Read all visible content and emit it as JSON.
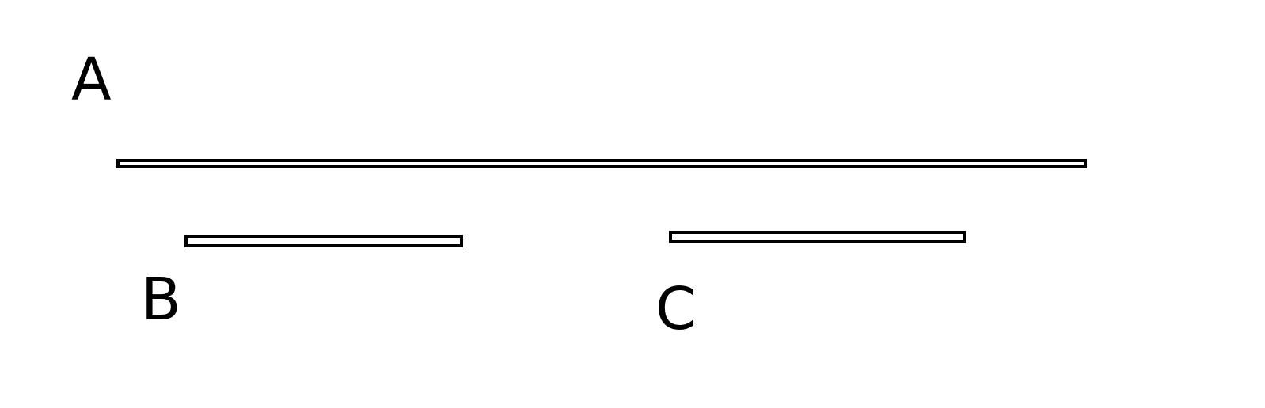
{
  "labels": {
    "a": "A",
    "b": "B",
    "c": "C"
  },
  "colors": {
    "background": "#ffffff",
    "stroke": "#000000",
    "bar_fill": "#ffffff"
  }
}
